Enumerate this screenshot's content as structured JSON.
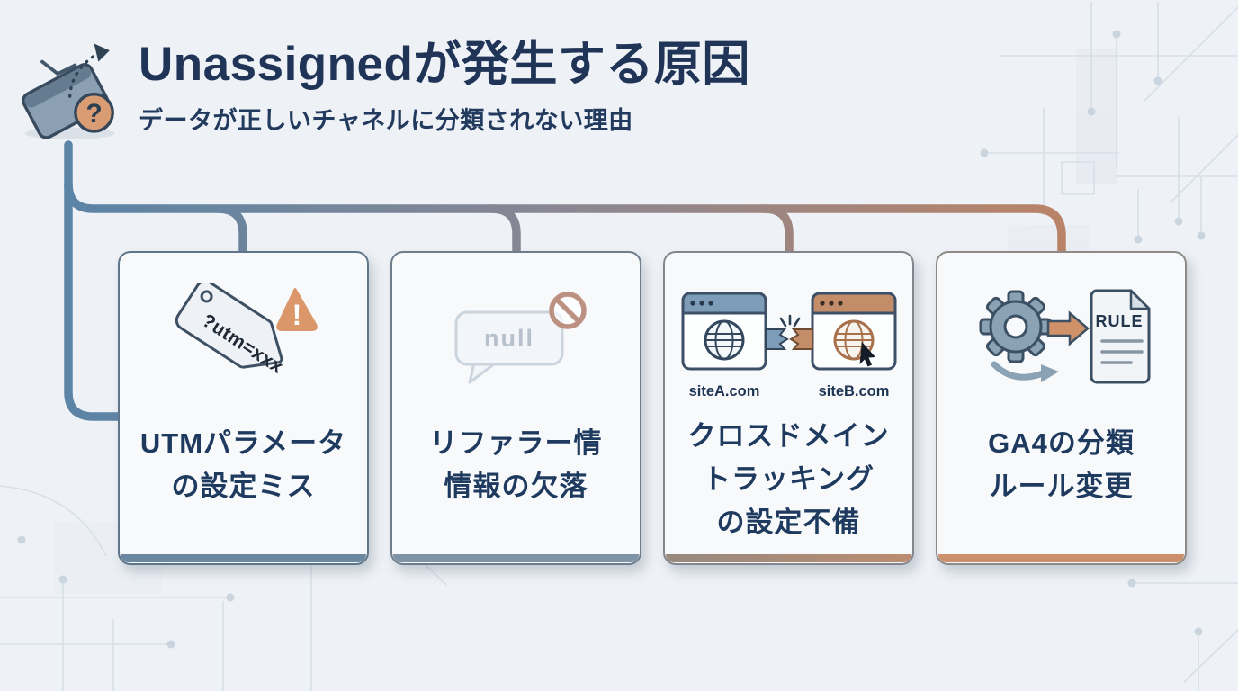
{
  "header": {
    "title": "Unassignedが発生する原因",
    "subtitle": "データが正しいチャネルに分類されない理由",
    "icon_question_mark": "?"
  },
  "cards": [
    {
      "icon": "utm-tag-warning-icon",
      "icon_text": "?utm=xxx",
      "warning_mark": "!",
      "label": "UTMパラメータ\nの設定ミス"
    },
    {
      "icon": "null-referrer-bubble-icon",
      "icon_text": "null",
      "label": "リファラー情\n情報の欠落"
    },
    {
      "icon": "cross-domain-windows-icon",
      "site_a": "siteA.com",
      "site_b": "siteB.com",
      "label": "クロスドメイン\nトラッキング\nの設定不備"
    },
    {
      "icon": "gear-rule-document-icon",
      "icon_text": "RULE",
      "label": "GA4の分類\nルール変更"
    }
  ],
  "colors": {
    "page_background": "#eef1f5",
    "card_background": "#f7f9fb",
    "text_navy": "#1f3a5f",
    "connector_blue": "#5b84a6",
    "connector_mid": "#8b8792",
    "connector_copper": "#c5825c",
    "warning_orange": "#db9769",
    "prohibition_rose": "#bd9182",
    "window_blue_header": "#7d9cb7",
    "window_orange_header": "#c28d68"
  }
}
